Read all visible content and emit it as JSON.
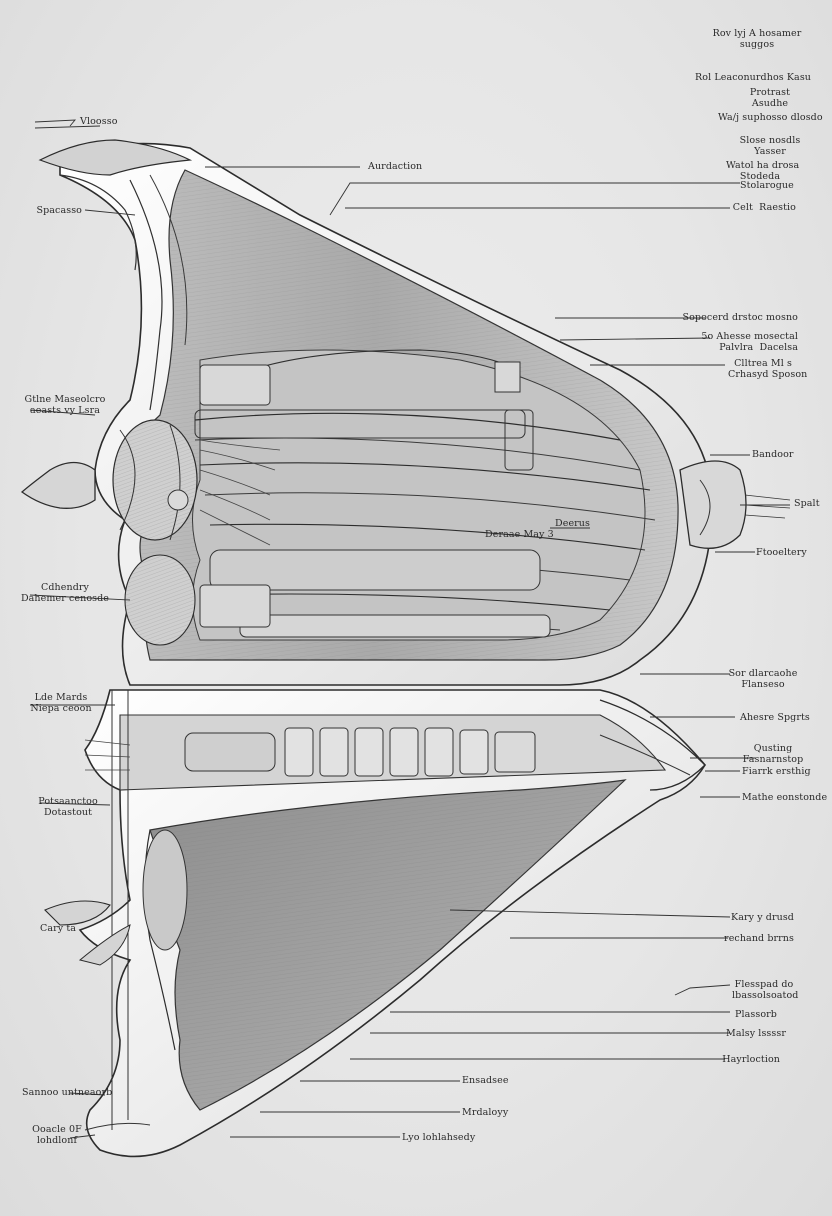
{
  "diagram": {
    "labels": [
      {
        "id": "top-right-1",
        "text": "Rov lyj A hosamer\nsuggos",
        "align": "c"
      },
      {
        "id": "top-right-2",
        "text": "Rol Leaconurdhos Kasu",
        "align": "c"
      },
      {
        "id": "top-right-3",
        "text": "Protrast\nAsudhe",
        "align": "c"
      },
      {
        "id": "top-right-4",
        "text": "Wa/j suphosso dlosdo",
        "align": "c"
      },
      {
        "id": "top-right-5",
        "text": "Slose nosdls\nYasser",
        "align": "c"
      },
      {
        "id": "top-right-6",
        "text": "Watol ha drosa\nStodeda",
        "align": "c"
      },
      {
        "id": "top-right-7",
        "text": "Stolarogue",
        "align": "c"
      },
      {
        "id": "right-1",
        "text": "Celt  Raestio",
        "align": "r"
      },
      {
        "id": "top-left-1",
        "text": "Vloosso",
        "align": "l"
      },
      {
        "id": "top-center-1",
        "text": "Aurdaction",
        "align": "l"
      },
      {
        "id": "left-1",
        "text": "Spacasso",
        "align": "r"
      },
      {
        "id": "right-2",
        "text": "Sopocerd drstoc mosno",
        "align": "r"
      },
      {
        "id": "right-3",
        "text": "5o Ahesse mosectal\nPalvlra  Dacelsa",
        "align": "r"
      },
      {
        "id": "right-4",
        "text": "Clltrea Ml s\nCrhasyd Sposon",
        "align": "c"
      },
      {
        "id": "left-2",
        "text": "Gtlne Maseolcro\naeasts vy Lsra",
        "align": "c"
      },
      {
        "id": "right-5",
        "text": "Bandoor",
        "align": "l"
      },
      {
        "id": "right-6",
        "text": "Spalt",
        "align": "l"
      },
      {
        "id": "center-1",
        "text": "Deraae May 3",
        "align": "l"
      },
      {
        "id": "center-2",
        "text": "Deerus",
        "align": "l"
      },
      {
        "id": "right-7",
        "text": "Ftooeltery",
        "align": "l"
      },
      {
        "id": "left-3",
        "text": "Cdhendry\nDahemer cenosde",
        "align": "c"
      },
      {
        "id": "right-8",
        "text": "Sor dlarcaohe\nFlanseso",
        "align": "c"
      },
      {
        "id": "left-4",
        "text": "Lde Mards\nNiepa ceoon",
        "align": "c"
      },
      {
        "id": "right-9",
        "text": "Ahesre Spgrts",
        "align": "l"
      },
      {
        "id": "right-10",
        "text": "Qusting\nFasnarnstop",
        "align": "c"
      },
      {
        "id": "right-11",
        "text": "Fiarrk ersthig",
        "align": "l"
      },
      {
        "id": "right-12",
        "text": "Mathe eonstonde",
        "align": "l"
      },
      {
        "id": "left-5",
        "text": "Potsaanctoo\nDotastout",
        "align": "c"
      },
      {
        "id": "left-6",
        "text": "Cary ta",
        "align": "l"
      },
      {
        "id": "right-13",
        "text": "Kary y drusd",
        "align": "r"
      },
      {
        "id": "right-14",
        "text": "rechand brrns",
        "align": "r"
      },
      {
        "id": "right-15",
        "text": "Flesspad do\nlbassolsoatod",
        "align": "c"
      },
      {
        "id": "right-16",
        "text": "Plassorb",
        "align": "c"
      },
      {
        "id": "right-17",
        "text": "Malsy lssssr",
        "align": "r"
      },
      {
        "id": "right-18",
        "text": "Hayrloction",
        "align": "r"
      },
      {
        "id": "bottom-center-1",
        "text": "Ensadsee",
        "align": "l"
      },
      {
        "id": "left-7",
        "text": "Sannoo untneaorb",
        "align": "l"
      },
      {
        "id": "bottom-center-2",
        "text": "Mrdaloyy",
        "align": "l"
      },
      {
        "id": "left-8",
        "text": "Ooacle 0F\nlohdlonf",
        "align": "c"
      },
      {
        "id": "bottom-center-3",
        "text": "Lyo lohlahsedy",
        "align": "l"
      }
    ]
  }
}
